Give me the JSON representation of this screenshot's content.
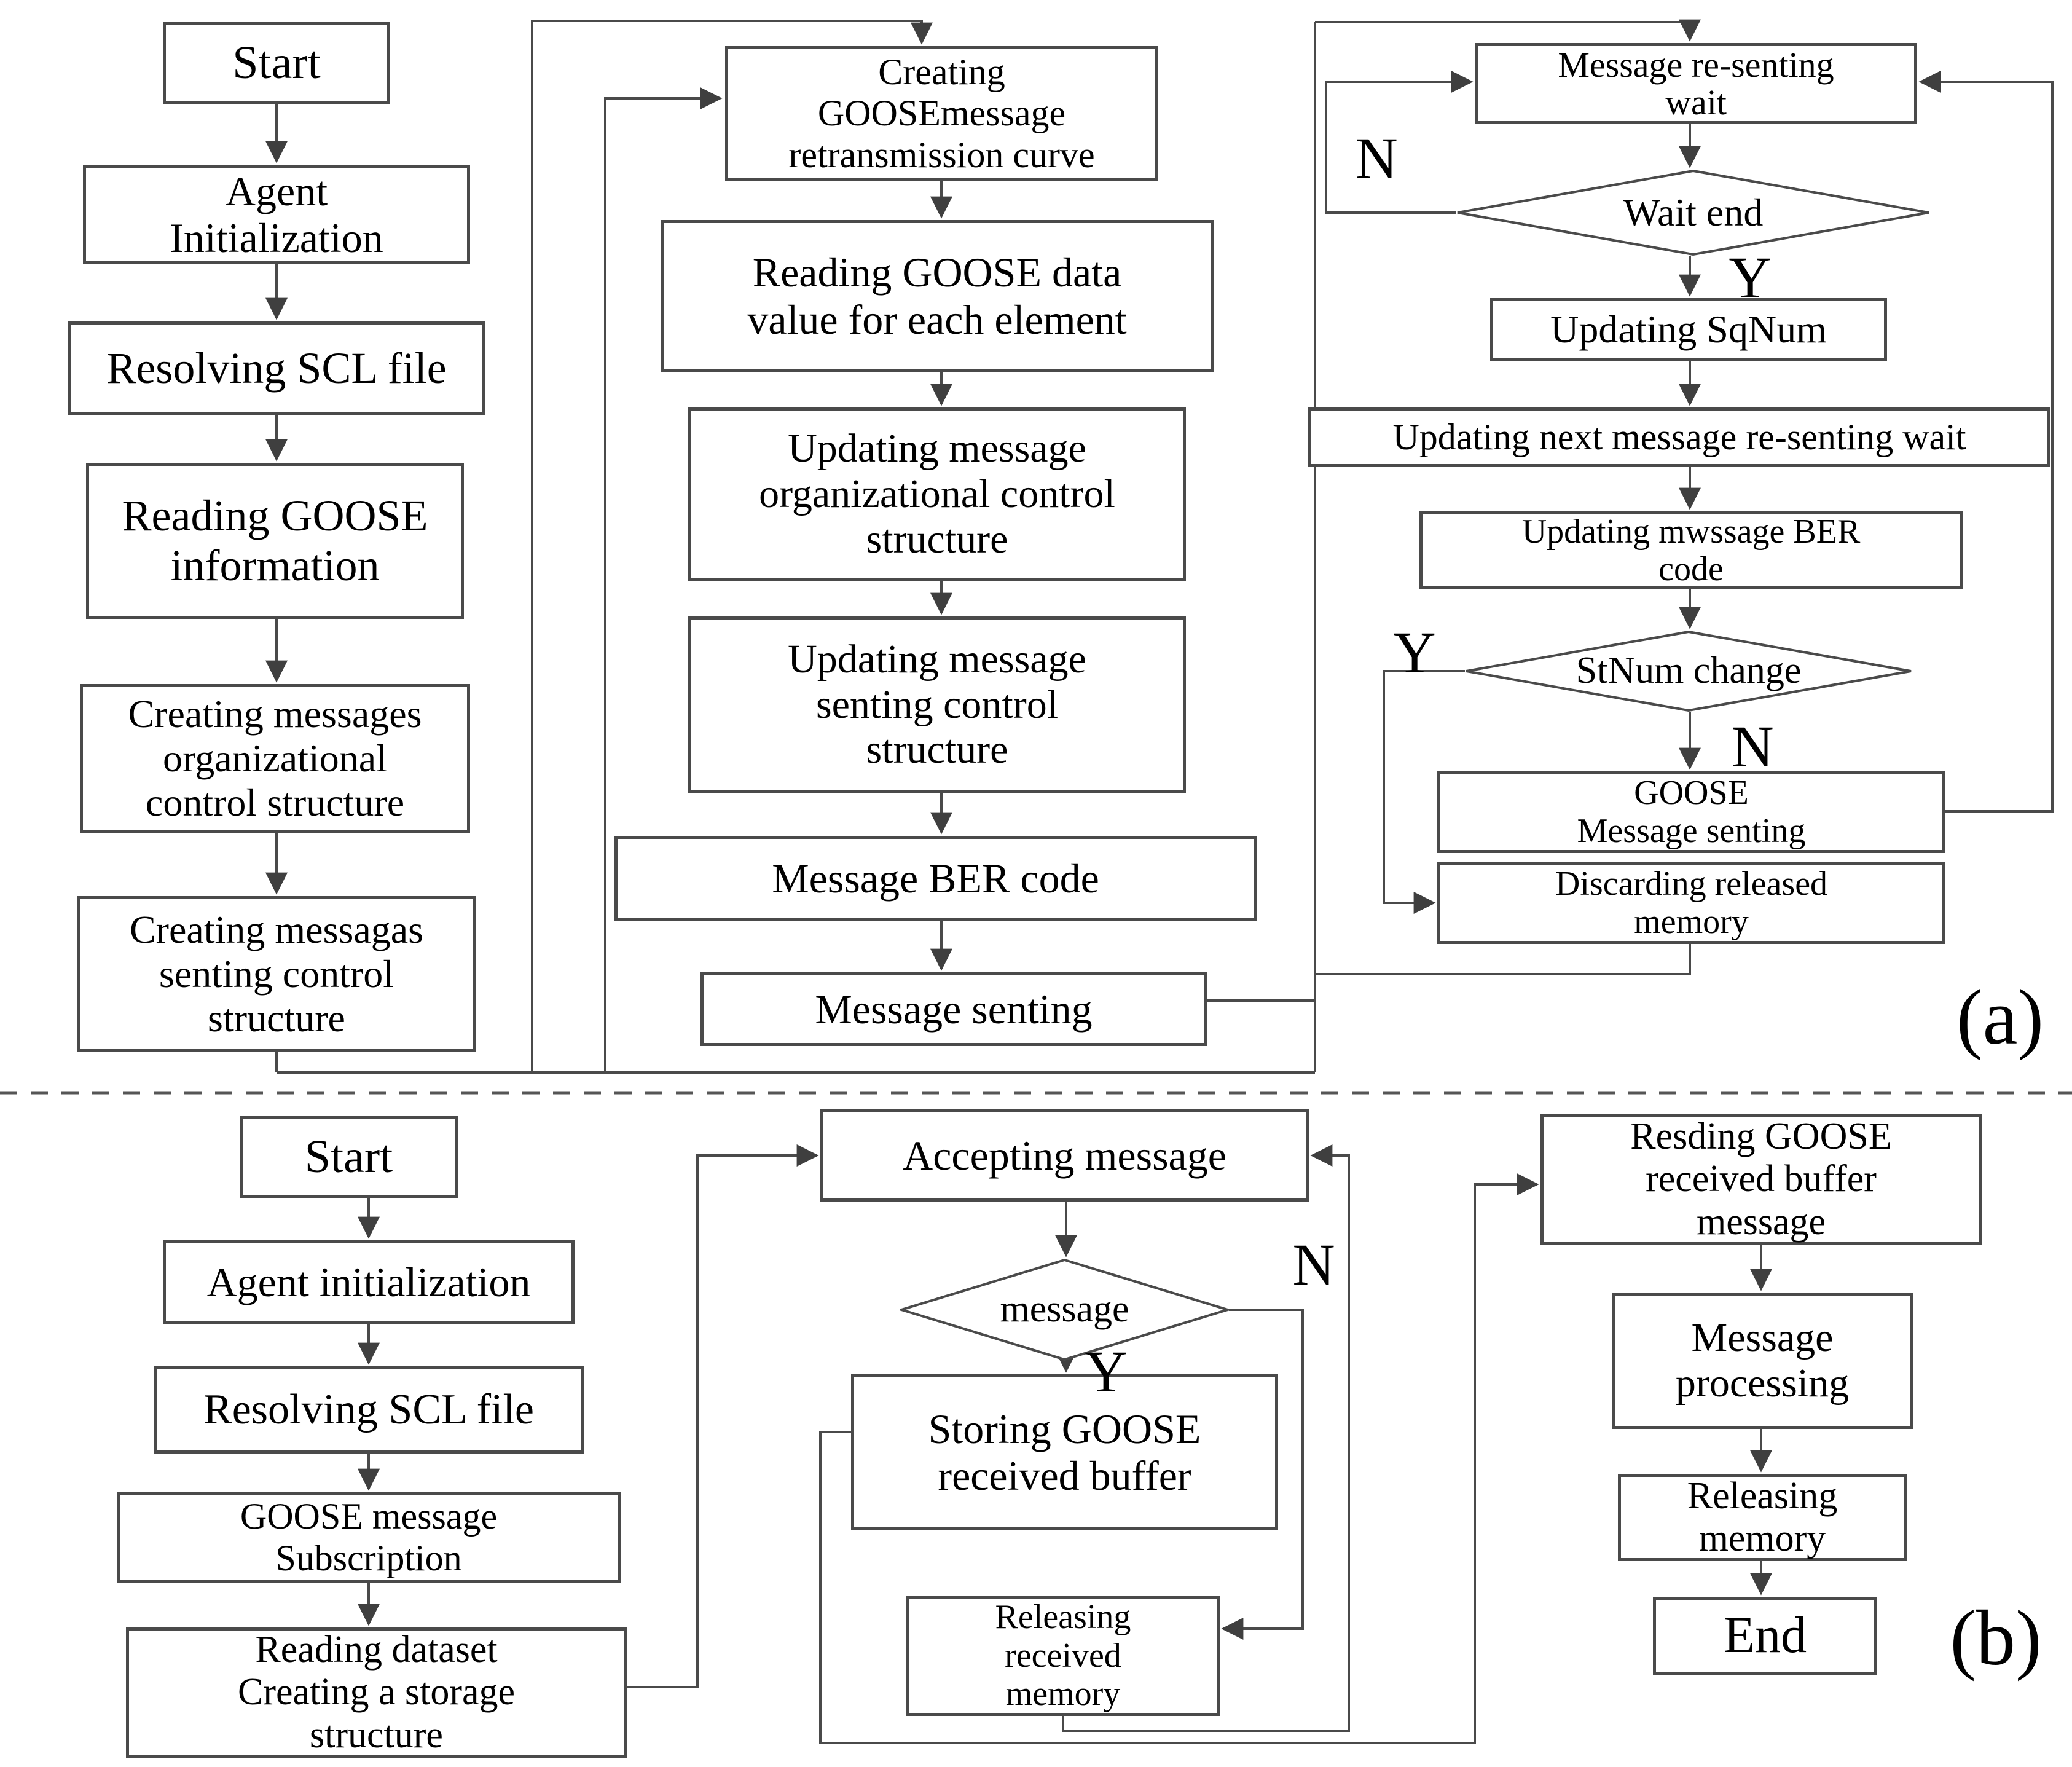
{
  "title": "GOOSE agent flow charts",
  "nodes": {
    "a_start": {
      "label": "Start"
    },
    "a_agent_init": {
      "label": "Agent\nInitialization"
    },
    "a_resolve_scl": {
      "label": "Resolving SCL file"
    },
    "a_read_goose": {
      "label": "Reading GOOSE\ninformation"
    },
    "a_create_org": {
      "label": "Creating messages\norganizational\ncontrol structure"
    },
    "a_create_sent": {
      "label": "Creating messagas\nsenting control\nstructure"
    },
    "b_curve": {
      "label": "Creating\nGOOSEmessage\nretransmission curve"
    },
    "b_read_data": {
      "label": "Reading GOOSE data\nvalue for each element"
    },
    "b_upd_org": {
      "label": "Updating message\norganizational control\nstructure"
    },
    "b_upd_sent": {
      "label": "Updating message\nsenting control\nstructure"
    },
    "b_ber": {
      "label": "Message BER code"
    },
    "b_sending": {
      "label": "Message senting"
    },
    "c_resent_wait": {
      "label": "Message re-senting\nwait"
    },
    "c_wait_end": {
      "label": "Wait end"
    },
    "c_sqnum": {
      "label": "Updating SqNum"
    },
    "c_next_wait": {
      "label": "Updating next message re-senting wait"
    },
    "c_upd_ber": {
      "label": "Updating mwssage BER\ncode"
    },
    "c_stnum": {
      "label": "StNum change"
    },
    "c_goose_send": {
      "label": "GOOSE\nMessage senting"
    },
    "c_discard": {
      "label": "Discarding released\nmemory"
    },
    "d_start": {
      "label": "Start"
    },
    "d_agent_init": {
      "label": "Agent initialization"
    },
    "d_resolve_scl": {
      "label": "Resolving SCL file"
    },
    "d_subscription": {
      "label": "GOOSE message\nSubscription"
    },
    "d_read_dataset": {
      "label": "Reading dataset\nCreating a storage\nstructure"
    },
    "e_accept": {
      "label": "Accepting message"
    },
    "e_message": {
      "label": "message"
    },
    "e_store": {
      "label": "Storing GOOSE\nreceived buffer"
    },
    "e_release": {
      "label": "Releasing\nreceived\nmemory"
    },
    "f_read_buffer": {
      "label": "Resding GOOSE\nreceived buffer\nmessage"
    },
    "f_processing": {
      "label": "Message\nprocessing"
    },
    "f_release": {
      "label": "Releasing\nmemory"
    },
    "f_end": {
      "label": "End"
    }
  },
  "branch_labels": {
    "a_wait_no": "N",
    "a_wait_yes": "Y",
    "a_stnum_yes": "Y",
    "a_stnum_no": "N",
    "b_msg_no": "N",
    "b_msg_yes": "Y"
  },
  "section_labels": {
    "a": "(a)",
    "b": "(b)"
  },
  "colors": {
    "line": "#4a4a4a",
    "arrowhead": "#3f3f3f",
    "text": "#000000",
    "background": "#ffffff"
  }
}
